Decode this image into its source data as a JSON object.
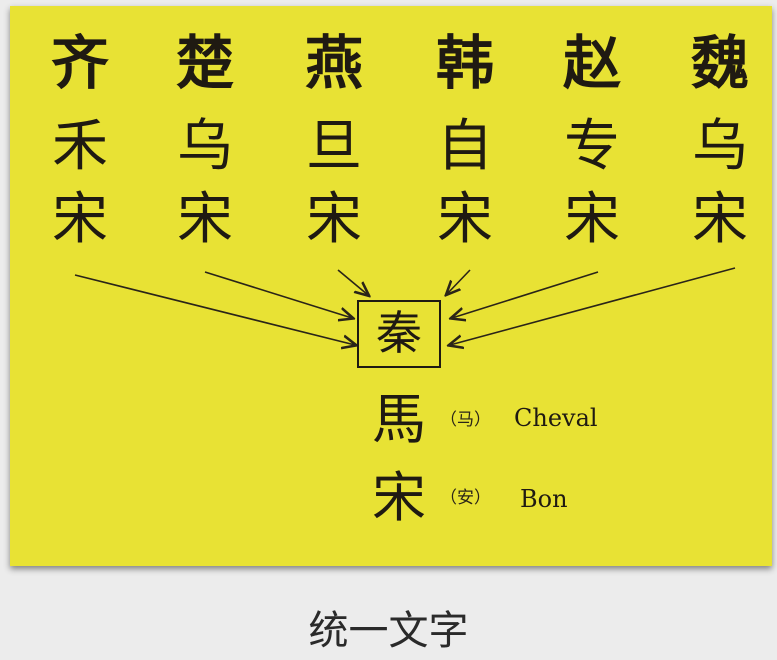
{
  "states": [
    {
      "name": "齐",
      "form_a": "禾",
      "form_b": "宋"
    },
    {
      "name": "楚",
      "form_a": "乌",
      "form_b": "宋"
    },
    {
      "name": "燕",
      "form_a": "旦",
      "form_b": "宋"
    },
    {
      "name": "韩",
      "form_a": "自",
      "form_b": "宋"
    },
    {
      "name": "赵",
      "form_a": "专",
      "form_b": "宋"
    },
    {
      "name": "魏",
      "form_a": "乌",
      "form_b": "宋"
    }
  ],
  "center": {
    "label": "秦"
  },
  "examples": [
    {
      "seal": "馬",
      "paren": "（马）",
      "meaning": "Cheval"
    },
    {
      "seal": "宋",
      "paren": "（安）",
      "meaning": "Bon"
    }
  ],
  "caption": "统一文字",
  "colors": {
    "panel": "#e8e234",
    "ink": "#1f1a12",
    "background": "#ececec"
  }
}
